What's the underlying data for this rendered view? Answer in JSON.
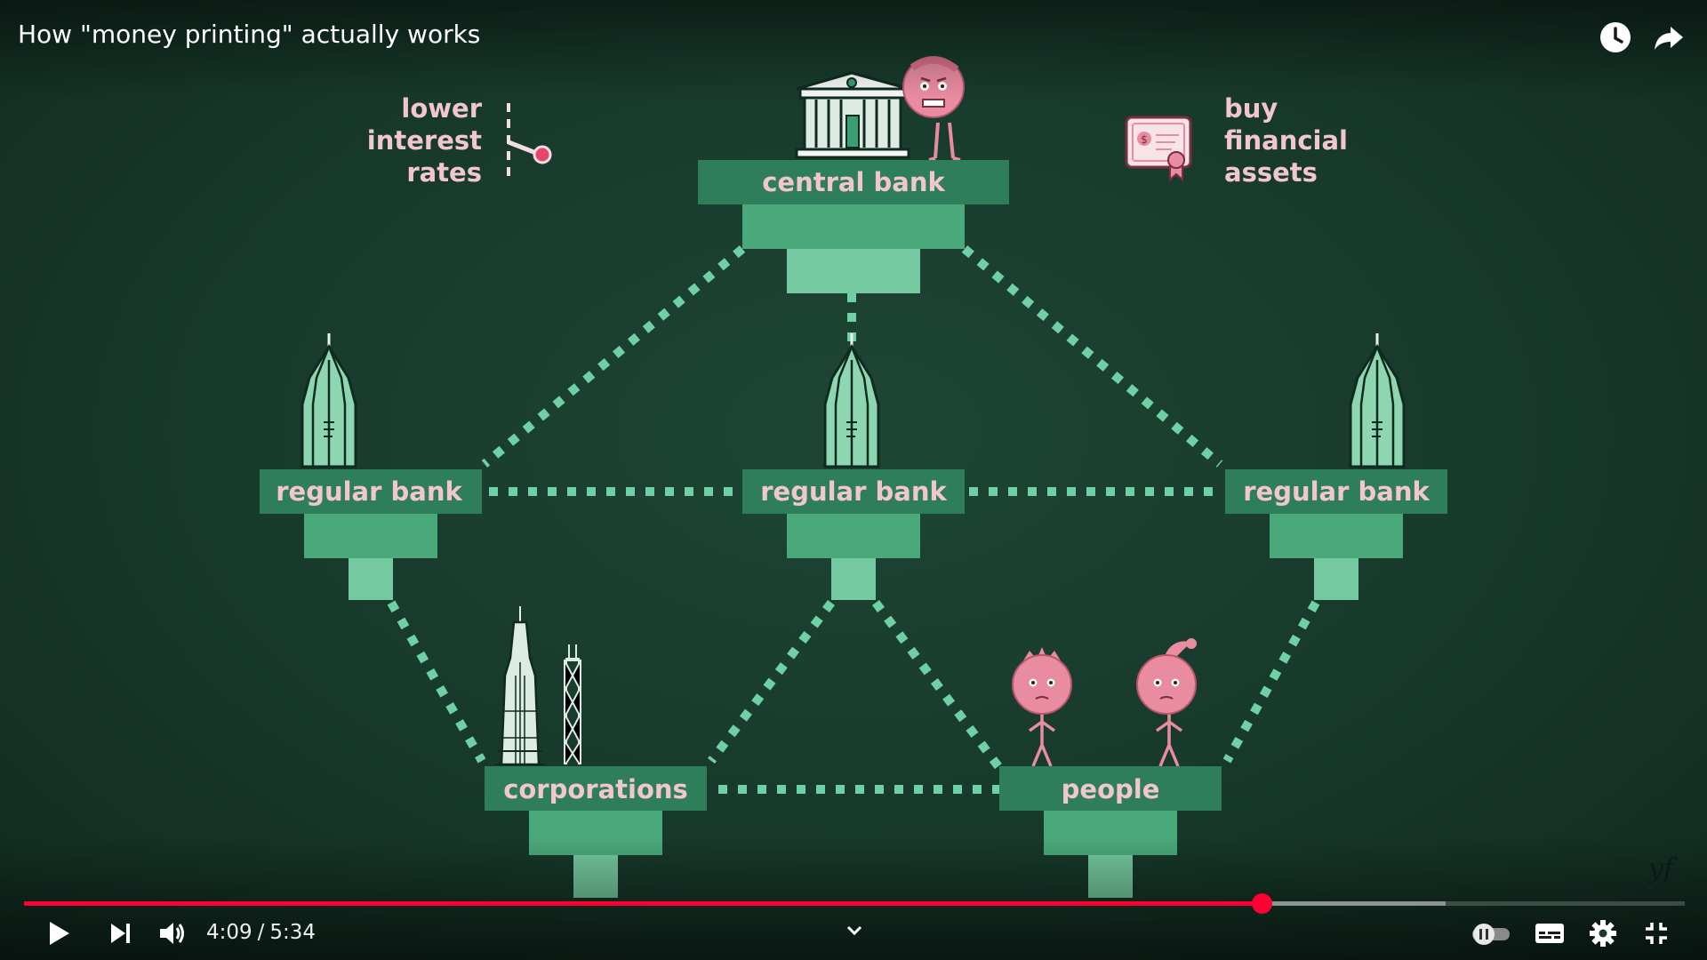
{
  "video": {
    "title": "How \"money printing\" actually works",
    "channel_mark": "yf"
  },
  "top_controls": [
    {
      "name": "watch-later-icon",
      "label": "Watch later"
    },
    {
      "name": "share-icon",
      "label": "Share"
    }
  ],
  "scene": {
    "central_bank_label": "central bank",
    "regular_bank_label": "regular bank",
    "corporations_label": "corporations",
    "people_label": "people",
    "left_note": [
      "lower",
      "interest",
      "rates"
    ],
    "right_note": [
      "buy",
      "financial",
      "assets"
    ]
  },
  "colors": {
    "background": "#17392b",
    "box_dark": "#2f7e5b",
    "box_mid": "#4aa97a",
    "box_light": "#74c9a0",
    "connector": "#6fd0a5",
    "label_pink": "#f2c6d0",
    "character_pink": "#e98ba1",
    "progress_played": "#ff0033"
  },
  "player": {
    "progress": {
      "played_fraction": 0.7451,
      "buffered_fraction": 0.8561
    },
    "current_time": "4:09",
    "separator": "/",
    "duration": "5:34",
    "controls": [
      "play-icon",
      "next-icon",
      "volume-icon",
      "expand-chevron-icon",
      "autoplay-toggle",
      "subtitles-icon",
      "settings-icon",
      "exit-fullscreen-icon"
    ]
  }
}
